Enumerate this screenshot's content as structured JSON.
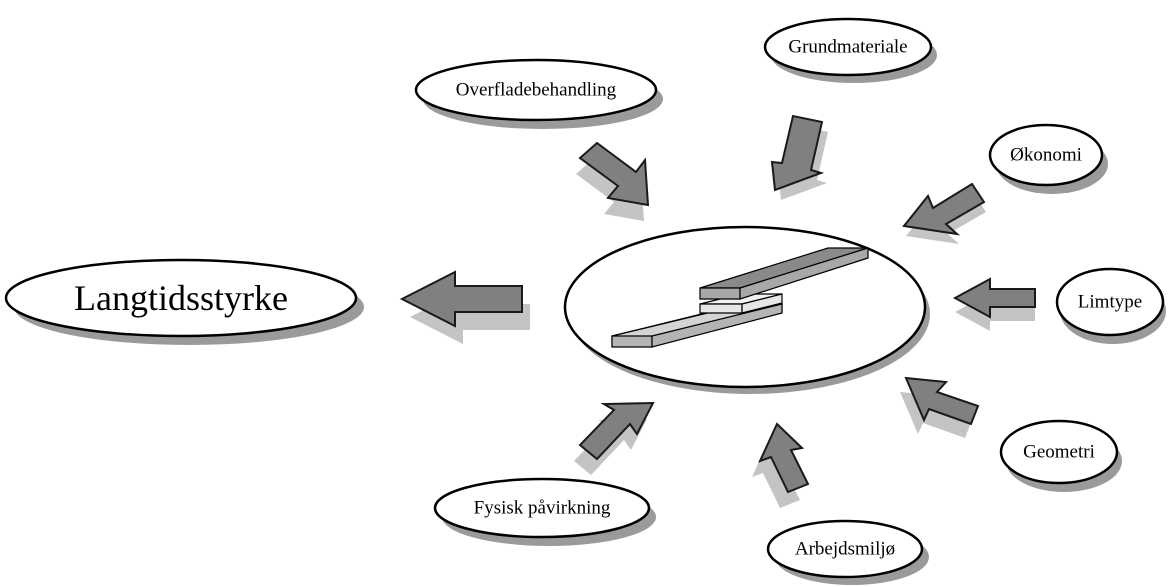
{
  "result": {
    "label": "Langtidsstyrke"
  },
  "factors": [
    {
      "key": "grundmateriale",
      "label": "Grundmateriale"
    },
    {
      "key": "overfladebehandling",
      "label": "Overfladebehandling"
    },
    {
      "key": "okonomi",
      "label": "Økonomi"
    },
    {
      "key": "limtype",
      "label": "Limtype"
    },
    {
      "key": "geometri",
      "label": "Geometri"
    },
    {
      "key": "arbejdsmiljo",
      "label": "Arbejdsmiljø"
    },
    {
      "key": "fysisk_pavirkning",
      "label": "Fysisk påvirkning"
    }
  ]
}
